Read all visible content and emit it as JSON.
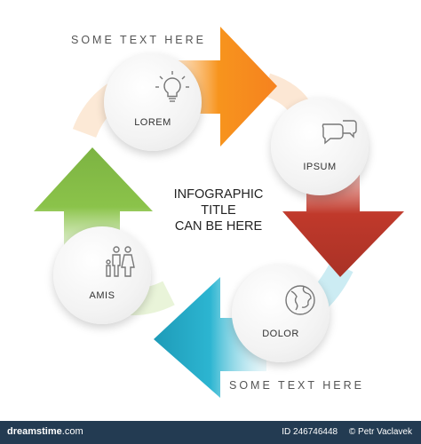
{
  "captions": {
    "top": "SOME TEXT HERE",
    "bottom": "SOME TEXT HERE"
  },
  "title": {
    "line1": "INFOGRAPHIC",
    "line2": "TITLE",
    "line3": "CAN BE HERE"
  },
  "steps": [
    {
      "label": "LOREM",
      "icon": "lightbulb-icon",
      "color": "#f7941d"
    },
    {
      "label": "IPSUM",
      "icon": "speech-bubbles-icon",
      "color": "#c0392b"
    },
    {
      "label": "DOLOR",
      "icon": "globe-icon",
      "color": "#29a8c4"
    },
    {
      "label": "AMIS",
      "icon": "family-icon",
      "color": "#7cb342"
    }
  ],
  "footer": {
    "logo_text": "dreamstime",
    "logo_suffix": ".com",
    "id_text": "ID 246746448",
    "author": "© Petr Vaclavek"
  }
}
